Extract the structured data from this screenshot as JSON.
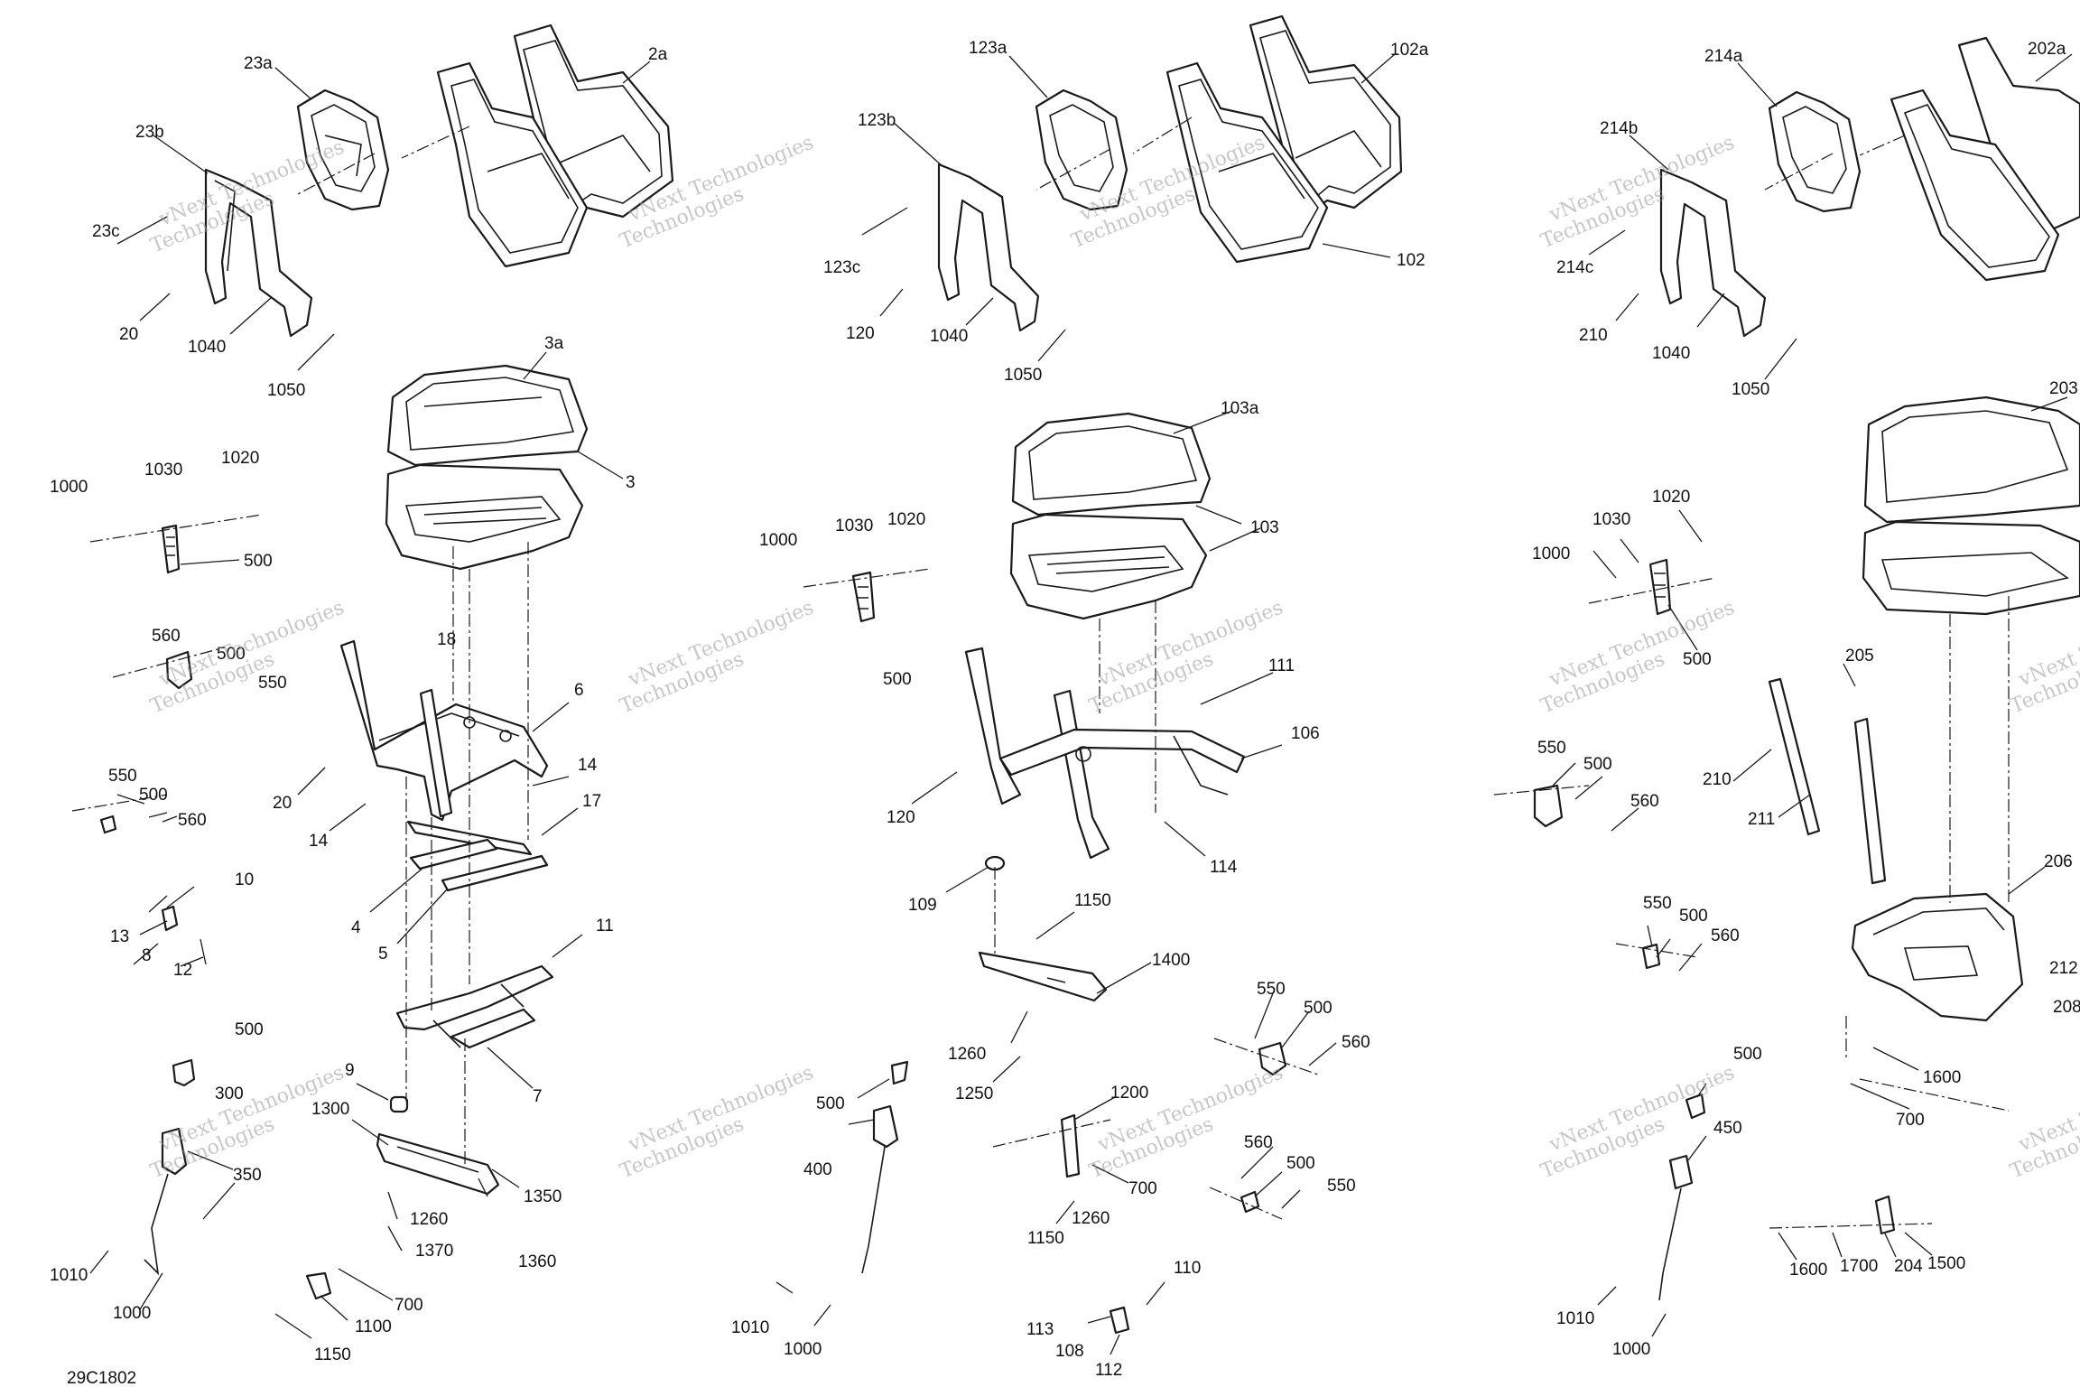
{
  "diagram": {
    "code": "29C1802",
    "watermark": {
      "line1": "vNext Technologies",
      "line2": "Technologies"
    },
    "colors": {
      "ink": "#1a1a1a",
      "watermark": "#9a9a9a",
      "background": "#ffffff"
    },
    "callouts": {
      "left": {
        "c23a": "23a",
        "c2a": "2a",
        "c23b": "23b",
        "c23c": "23c",
        "c20a": "20",
        "c1040": "1040",
        "c1050": "1050",
        "c3a": "3a",
        "c3": "3",
        "c1000a": "1000",
        "c1030": "1030",
        "c1020": "1020",
        "c500a": "500",
        "c560a": "560",
        "c500b": "500",
        "c550a": "550",
        "c18": "18",
        "c6": "6",
        "c20b": "20",
        "c14a": "14",
        "c14b": "14",
        "c17": "17",
        "c550b": "550",
        "c500c": "500",
        "c560b": "560",
        "c10": "10",
        "c13": "13",
        "c8": "8",
        "c12": "12",
        "c4": "4",
        "c5": "5",
        "c11": "11",
        "c500d": "500",
        "c300": "300",
        "c9": "9",
        "c7": "7",
        "c1300": "1300",
        "c350": "350",
        "c1350": "1350",
        "c1260": "1260",
        "c1370": "1370",
        "c1360": "1360",
        "c1010": "1010",
        "c1000b": "1000",
        "c700": "700",
        "c1100": "1100",
        "c1150": "1150"
      },
      "middle": {
        "c123a": "123a",
        "c102a": "102a",
        "c123b": "123b",
        "c102": "102",
        "c123c": "123c",
        "c120a": "120",
        "c1040": "1040",
        "c1050": "1050",
        "c103a": "103a",
        "c103": "103",
        "c1000": "1000",
        "c1030": "1030",
        "c1020": "1020",
        "c500a": "500",
        "c111": "111",
        "c106": "106",
        "c120b": "120",
        "c114": "114",
        "c109": "109",
        "c1150a": "1150",
        "c1400": "1400",
        "c550a": "550",
        "c500b": "500",
        "c560": "560",
        "c1260a": "1260",
        "c1250": "1250",
        "c1200": "1200",
        "c500c": "500",
        "c560b": "560",
        "c400": "400",
        "c500d": "500",
        "c700": "700",
        "c550b": "550",
        "c1150b": "1150",
        "c1260b": "1260",
        "c110": "110",
        "c1010": "1010",
        "c113": "113",
        "c108": "108",
        "c1000b": "1000",
        "c112": "112"
      },
      "right": {
        "c214a": "214a",
        "c202a": "202a",
        "c214b": "214b",
        "c214c": "214c",
        "c210a": "210",
        "c1040": "1040",
        "c1050": "1050",
        "c203": "203",
        "c1020": "1020",
        "c1030": "1030",
        "c1000a": "1000",
        "c500a": "500",
        "c205": "205",
        "c550a": "550",
        "c500b": "500",
        "c210b": "210",
        "c560a": "560",
        "c211": "211",
        "c206": "206",
        "c550b": "550",
        "c500c": "500",
        "c560b": "560",
        "c212": "212",
        "c208": "208",
        "c1600a": "1600",
        "c700": "700",
        "c500d": "500",
        "c450": "450",
        "c1600b": "1600",
        "c1700": "1700",
        "c204": "204",
        "c1500": "1500",
        "c1010": "1010",
        "c1000b": "1000"
      }
    }
  }
}
